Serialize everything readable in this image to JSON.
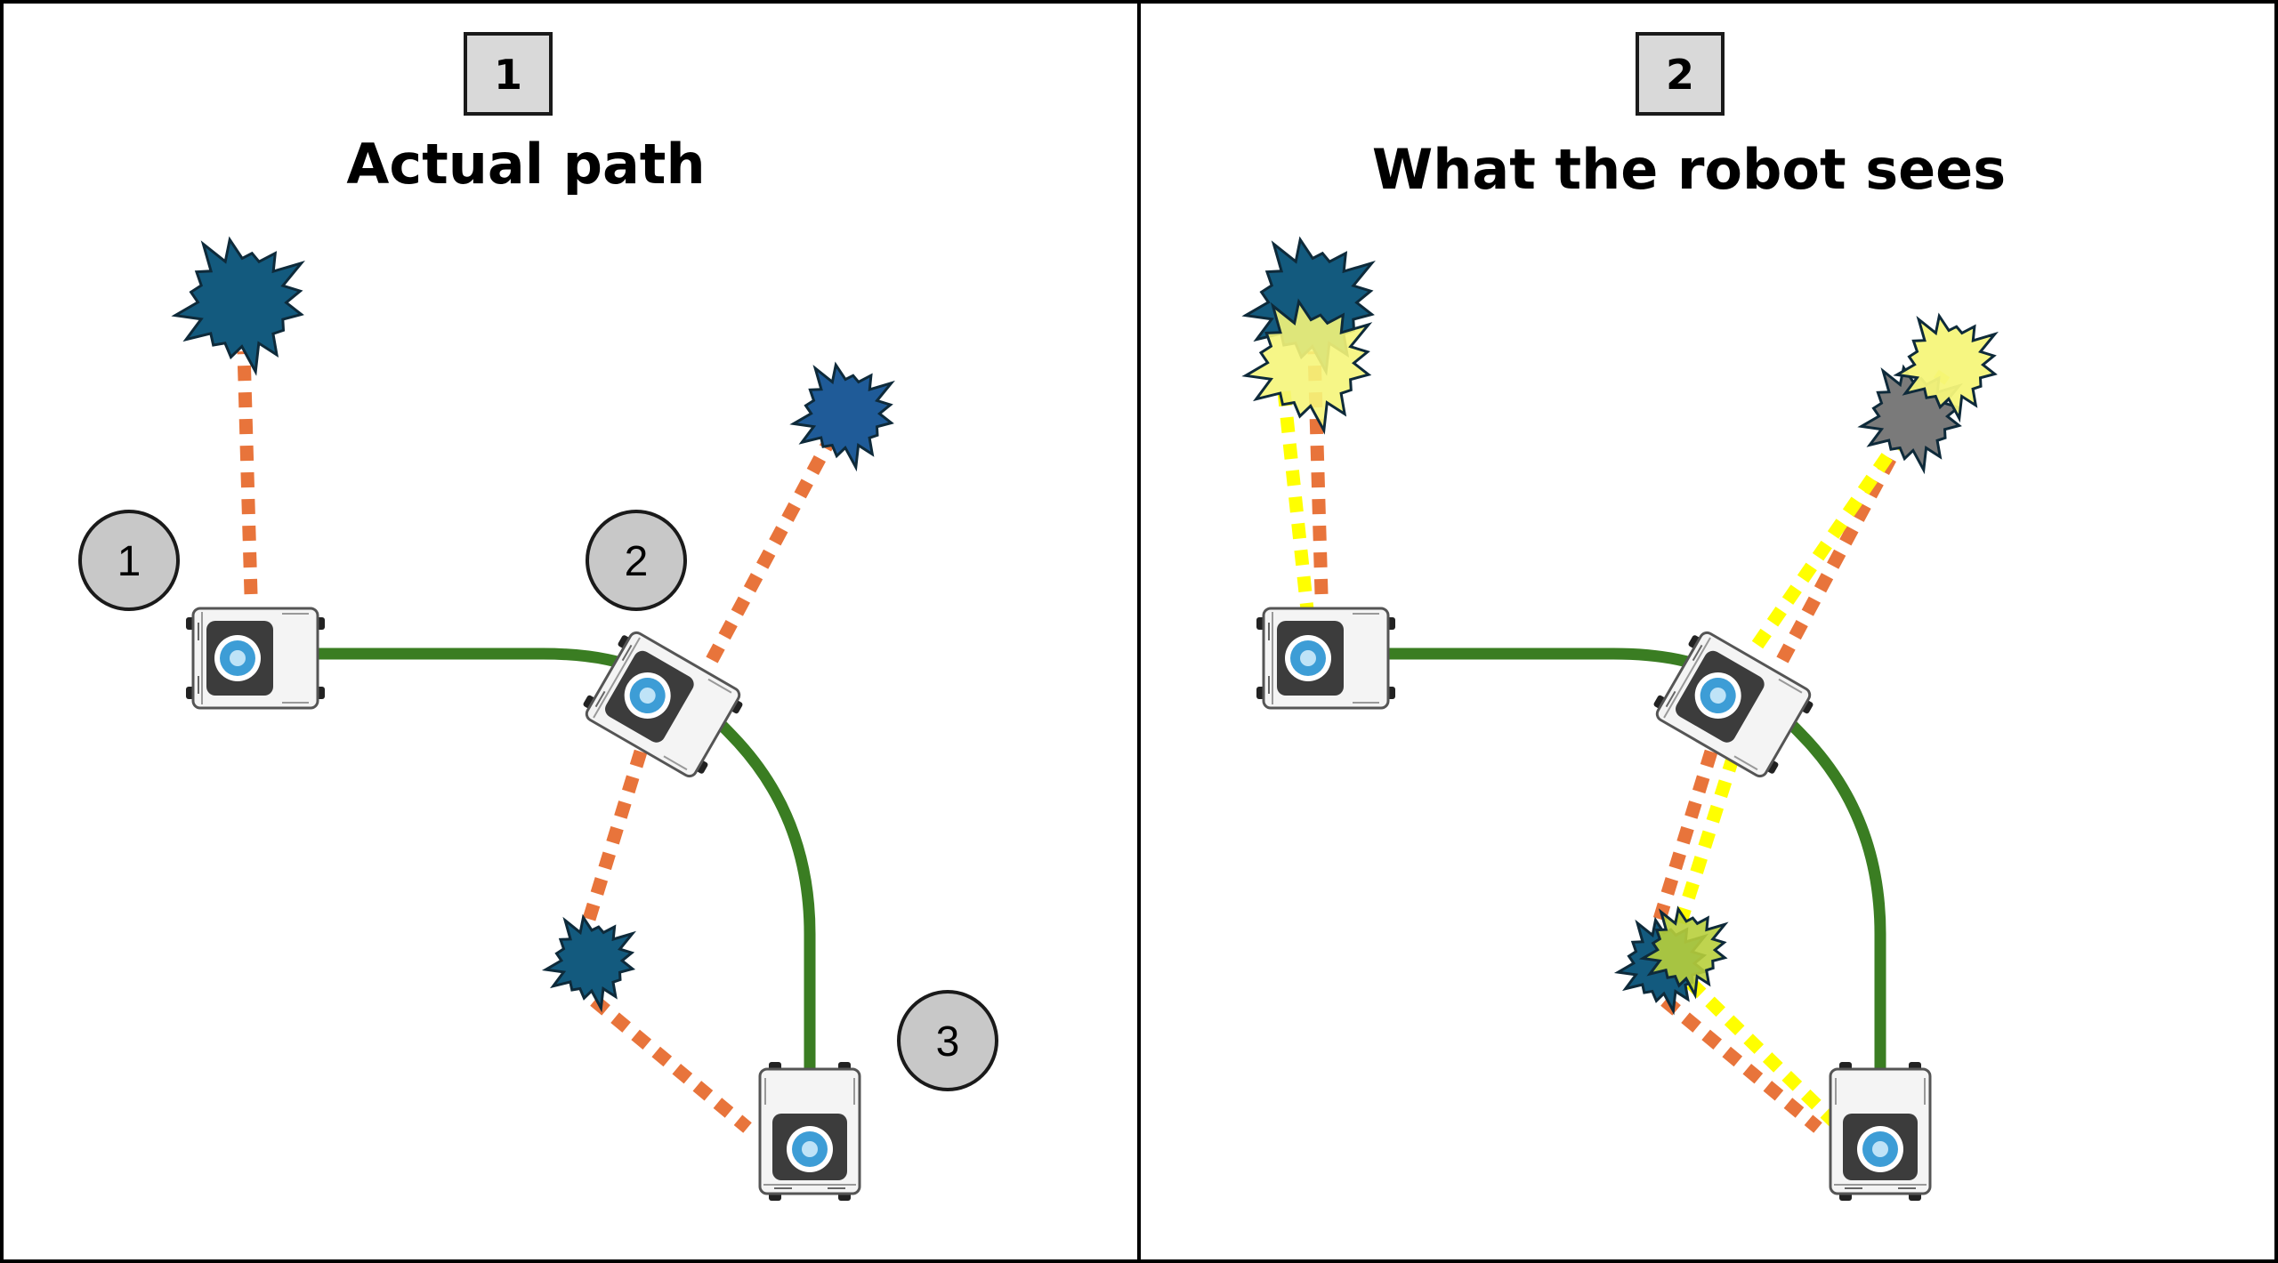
{
  "colors": {
    "path_green": "#3a7d22",
    "ray_orange": "#e8743b",
    "ray_yellow": "#ffff00",
    "landmark_blue": "#135a7e",
    "landmark_blue_light": "#1f5b98",
    "landmark_yellow": "#f5f57a",
    "landmark_gray": "#7a7a7a",
    "landmark_yellowgreen": "#b8cf3c",
    "marker_gray": "#c8c8c8",
    "box_gray": "#d9d9d9",
    "robot_body": "#f4f4f4",
    "robot_dark": "#3c3c3c",
    "robot_lens": "#3d9dd6"
  },
  "panels": [
    {
      "id": "1",
      "badge": "1",
      "title": "Actual path"
    },
    {
      "id": "2",
      "badge": "2",
      "title": "What the robot sees"
    }
  ],
  "poses": [
    {
      "label": "1"
    },
    {
      "label": "2"
    },
    {
      "label": "3"
    }
  ],
  "icons": {
    "landmark": "starburst-landmark-icon",
    "robot": "mobile-robot-icon"
  }
}
